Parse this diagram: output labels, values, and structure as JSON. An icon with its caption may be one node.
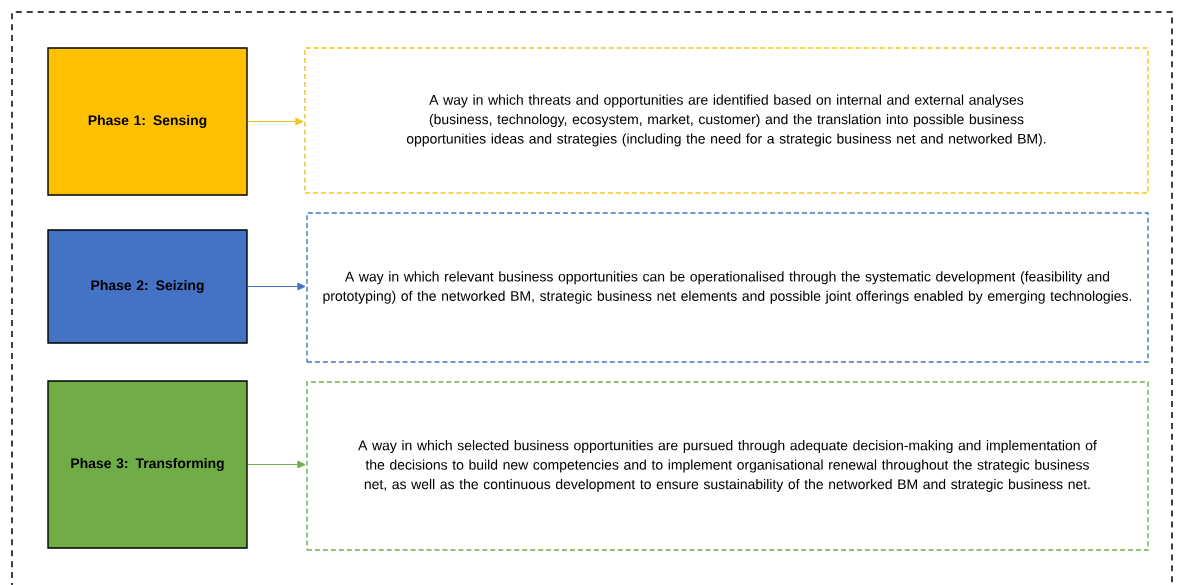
{
  "diagram": {
    "nodes": [
      {
        "text": [
          "Phase 1: Sensing"
        ]
      },
      {
        "text": [
          "A way in which threats and opportunities are identified based on internal and external analyses (business, technology, ecosystem, market, customer) and the translation into possible business opportunities ideas and strategies (including the need for a strategic business net and networked BM)."
        ]
      },
      {
        "text": [
          "Phase 2: Seizing"
        ]
      },
      {
        "text": [
          "A way in which relevant business opportunities can be operationalised through the systematic development (feasibility and prototyping) of the networked BM, strategic business net elements and possible joint offerings enabled by emerging technologies."
        ]
      },
      {
        "text": [
          "Phase 3: Transforming"
        ]
      },
      {
        "text": [
          "A way in which selected business opportunities are pursued through adequate decision-making and implementation of the decisions to build new competencies and to implement organisational renewal throughout the strategic business net, as well as the continuous development to ensure sustainability of the networked BM and strategic business net."
        ]
      }
    ],
    "edges": [
      {
        "from": 0,
        "to": 1,
        "arrow": "to",
        "color": "#f5c518"
      },
      {
        "from": 2,
        "to": 3,
        "arrow": "to",
        "color": "#4472c4"
      },
      {
        "from": 4,
        "to": 5,
        "arrow": "to",
        "color": "#70ad47"
      }
    ]
  }
}
